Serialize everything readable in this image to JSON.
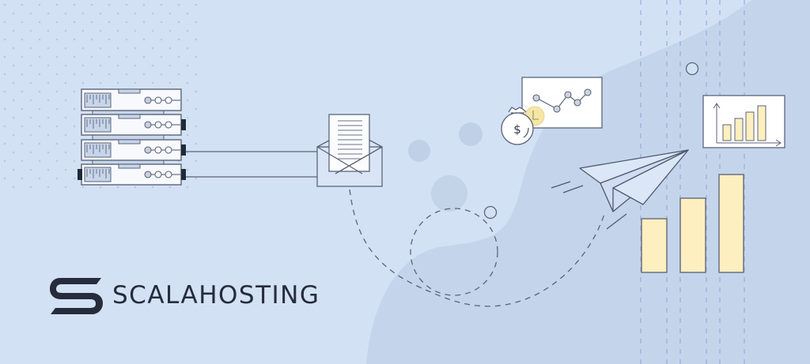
{
  "banner": {
    "brand": {
      "name": "SCALAHOSTING",
      "logo_icon": "stylized-s-logo-icon",
      "color": "#262c3c"
    },
    "colors": {
      "background": "#d3e1f5",
      "blob": "#c4d5eb",
      "stroke": "#5b6478",
      "bar_fill": "#fdefbf",
      "coin_fill": "#f6e6a6",
      "dashed_guides": "#8ea4d6"
    },
    "illustration": {
      "servers": {
        "icon": "server-rack-icon",
        "units": 4
      },
      "envelope": {
        "icon": "open-envelope-with-letter-icon"
      },
      "line_chart_card": {
        "icon": "line-chart-icon",
        "points": 5
      },
      "money_bag": {
        "icon": "money-bag-icon",
        "symbol": "$"
      },
      "clock": {
        "icon": "clock-icon"
      },
      "paper_plane": {
        "icon": "paper-plane-icon"
      },
      "bar_chart_card": {
        "icon": "bar-chart-icon",
        "bars": 4
      },
      "big_bars": {
        "icon": "growth-bars-icon",
        "bars": 3
      }
    }
  }
}
